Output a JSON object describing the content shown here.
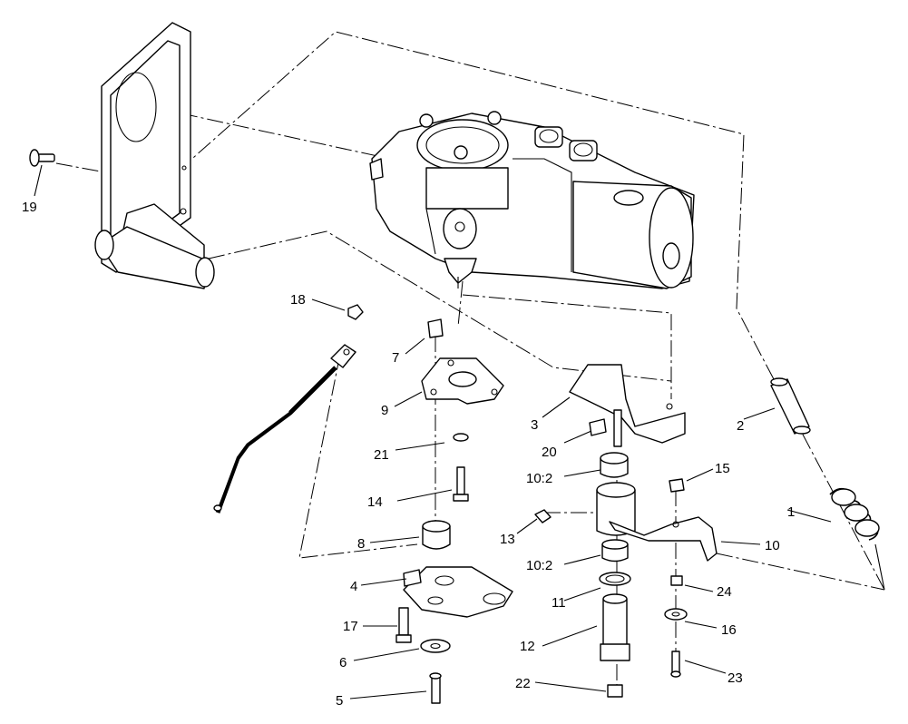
{
  "callouts": [
    "1",
    "2",
    "3",
    "4",
    "5",
    "6",
    "7",
    "8",
    "9",
    "10",
    "10:2",
    "10:2",
    "11",
    "12",
    "13",
    "14",
    "15",
    "16",
    "17",
    "18",
    "19",
    "20",
    "21",
    "22",
    "23",
    "24"
  ]
}
